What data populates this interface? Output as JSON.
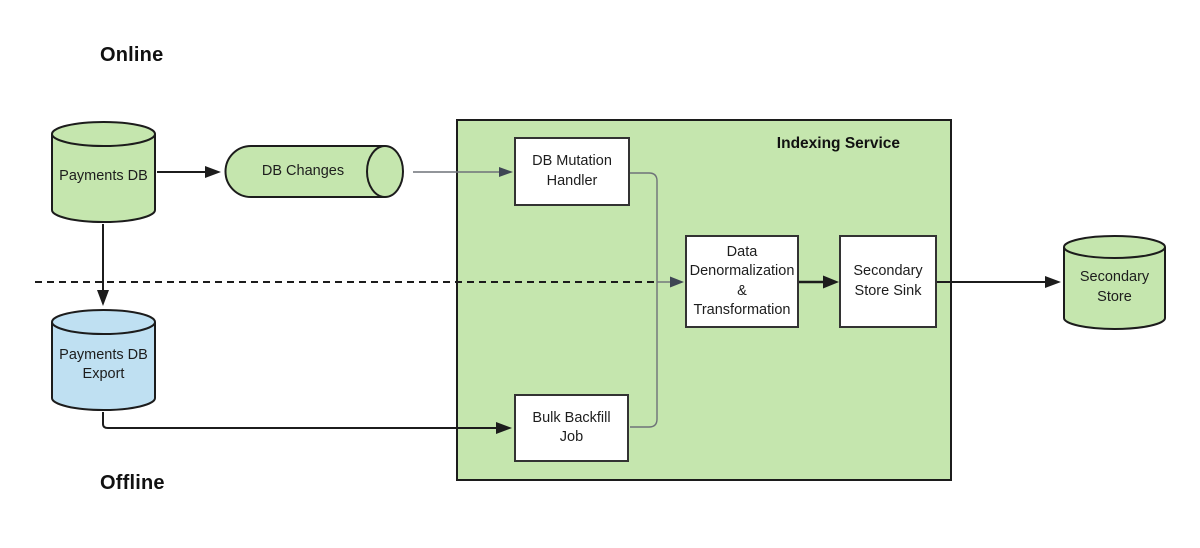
{
  "labels": {
    "online": "Online",
    "offline": "Offline"
  },
  "indexing_service": {
    "title": "Indexing Service"
  },
  "nodes": {
    "payments_db": {
      "shape": "cylinder",
      "lines": [
        "Payments DB"
      ]
    },
    "db_changes": {
      "shape": "horizontal-cylinder",
      "lines": [
        "DB Changes"
      ]
    },
    "payments_db_export": {
      "shape": "cylinder",
      "lines": [
        "Payments DB",
        "Export"
      ]
    },
    "db_mutation_handler": {
      "shape": "rect",
      "lines": [
        "DB Mutation",
        "Handler"
      ]
    },
    "data_denormalization": {
      "shape": "rect",
      "lines": [
        "Data",
        "Denormalization",
        "&",
        "Transformation"
      ]
    },
    "secondary_store_sink": {
      "shape": "rect",
      "lines": [
        "Secondary",
        "Store Sink"
      ]
    },
    "bulk_backfill_job": {
      "shape": "rect",
      "lines": [
        "Bulk Backfill",
        "Job"
      ]
    },
    "secondary_store": {
      "shape": "cylinder",
      "lines": [
        "Secondary",
        "Store"
      ]
    }
  },
  "colors": {
    "green": "#c5e6ae",
    "blue": "#bfe0f2",
    "stroke": "#1c1c1c",
    "box-border": "#333333",
    "connector": "#6e7278",
    "connector-head": "#3f4654"
  }
}
